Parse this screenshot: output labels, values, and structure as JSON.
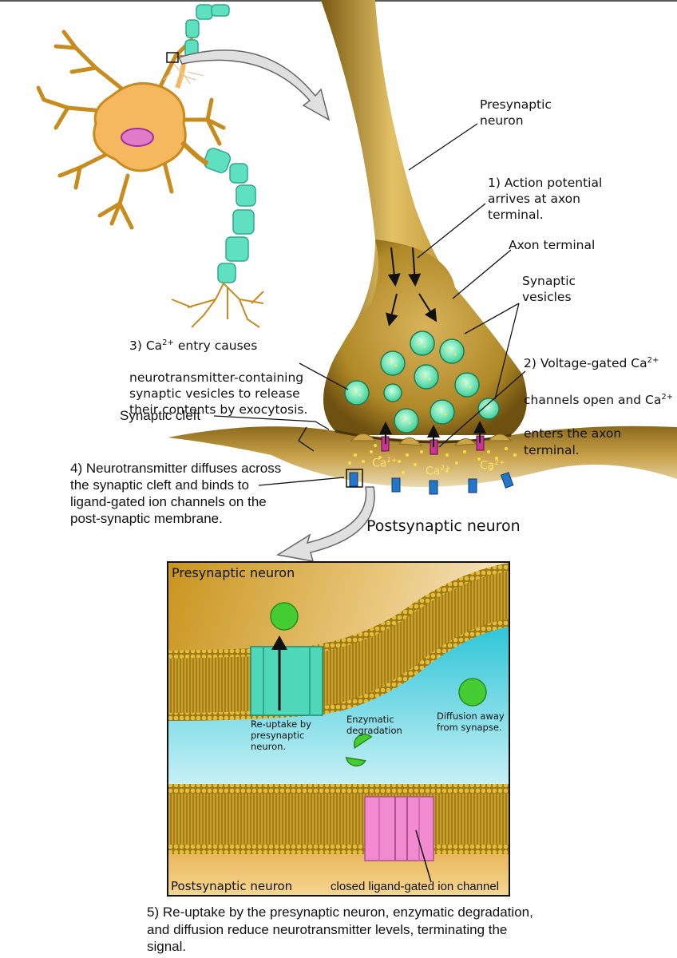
{
  "labels": {
    "presynaptic_neuron": "Presynaptic\nneuron",
    "step1": "1) Action potential\narrives at axon\nterminal.",
    "axon_terminal": "Axon terminal",
    "synaptic_vesicles": "Synaptic\nvesicles",
    "step2_a": "2) Voltage-gated Ca",
    "step2_sup1": "2+",
    "step2_b": "channels open and Ca",
    "step2_sup2": "2+",
    "step2_c": "enters the axon terminal.",
    "step3_a": "3) Ca",
    "step3_sup": "2+",
    "step3_b": " entry causes",
    "step3_c": "neurotransmitter-containing\nsynaptic vesicles to release\ntheir contents by exocytosis.",
    "synaptic_cleft": "Synaptic cleft",
    "step4": "4) Neurotransmitter diffuses across\nthe synaptic cleft and binds to\nligand-gated ion channels on the\npost-synaptic membrane.",
    "postsynaptic_neuron": "Postsynaptic neuron",
    "ca_ion": "Ca",
    "ca_sup": "2+"
  },
  "inset": {
    "presynaptic_neuron": "Presynaptic neuron",
    "postsynaptic_neuron": "Postsynaptic neuron",
    "reuptake": "Re-uptake by\npresynaptic\nneuron.",
    "enzymatic": "Enzymatic\ndegradation",
    "diffusion": "Diffusion away\nfrom synapse.",
    "closed_channel": "closed ligand-gated ion channel"
  },
  "caption": "5) Re-uptake by the presynaptic neuron, enzymatic degradation,\nand diffusion reduce neurotransmitter levels, terminating the\nsignal.",
  "colors": {
    "membrane_gold": "#b08a28",
    "vesicle_green": "#5fe0a8",
    "channel_teal": "#4fd8b8",
    "channel_pink": "#f28ad0",
    "neuron_orange": "#f5b85f",
    "neurotransmitter_green": "#44cc33",
    "ion_channel_blue": "#2277cc",
    "ca_channel_magenta": "#cc3399"
  }
}
